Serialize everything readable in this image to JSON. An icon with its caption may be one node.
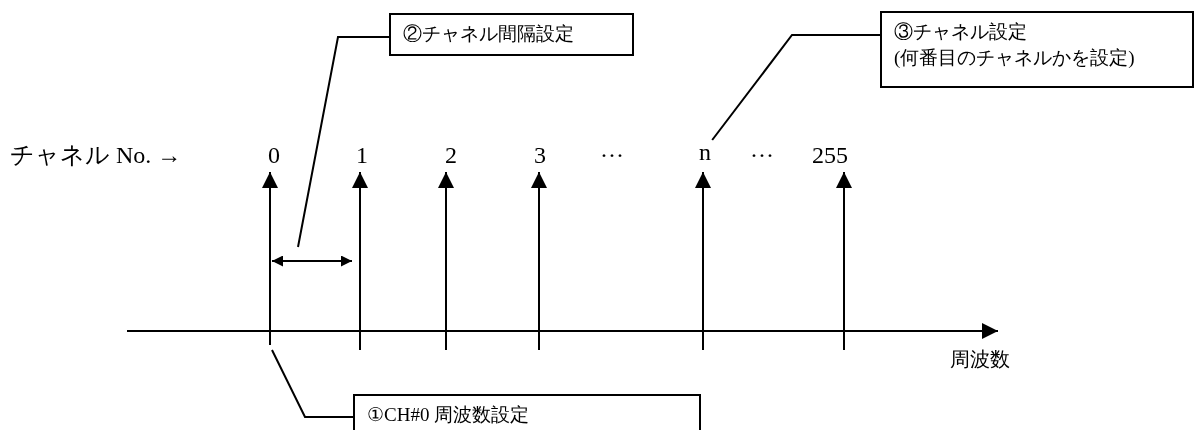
{
  "diagram": {
    "nodes": [
      {
        "text": [
          "②チャネル間隔設定"
        ]
      },
      {
        "text": [
          "③チャネル設定",
          "(何番目のチャネルかを設定)"
        ]
      },
      {
        "text": [
          "n"
        ]
      },
      {
        "text": [
          "①CH#0 周波数設定"
        ]
      }
    ],
    "edges": [
      {
        "from": 0,
        "to": null,
        "arrow": "none"
      },
      {
        "from": 1,
        "to": 2,
        "arrow": "none"
      },
      {
        "from": 3,
        "to": null,
        "arrow": "none"
      }
    ],
    "labels": [
      "チャネル No. →",
      "0",
      "1",
      "2",
      "3",
      "···",
      "···",
      "255",
      "周波数"
    ]
  }
}
